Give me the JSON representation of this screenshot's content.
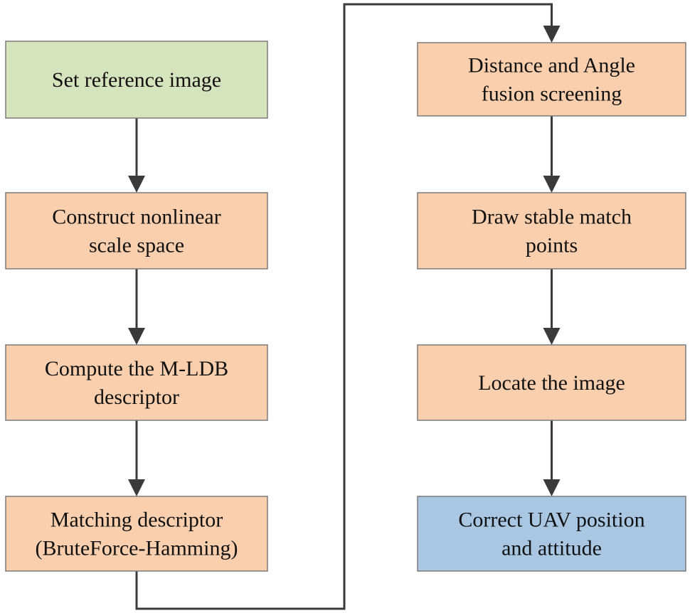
{
  "diagram": {
    "nodes": [
      {
        "id": "set-reference-image",
        "lines": [
          "Set reference image"
        ],
        "fill": "green"
      },
      {
        "id": "construct-nonlinear-scale-space",
        "lines": [
          "Construct nonlinear",
          "scale space"
        ],
        "fill": "orange"
      },
      {
        "id": "compute-mldb-descriptor",
        "lines": [
          "Compute the M-LDB",
          "descriptor"
        ],
        "fill": "orange"
      },
      {
        "id": "matching-descriptor",
        "lines": [
          "Matching descriptor",
          "(BruteForce-Hamming)"
        ],
        "fill": "orange"
      },
      {
        "id": "distance-angle-fusion-screening",
        "lines": [
          "Distance and Angle",
          "fusion screening"
        ],
        "fill": "orange"
      },
      {
        "id": "draw-stable-match-points",
        "lines": [
          "Draw stable match",
          "points"
        ],
        "fill": "orange"
      },
      {
        "id": "locate-the-image",
        "lines": [
          "Locate the image"
        ],
        "fill": "orange"
      },
      {
        "id": "correct-uav-position-attitude",
        "lines": [
          "Correct UAV position",
          "and attitude"
        ],
        "fill": "blue"
      }
    ],
    "edges": [
      {
        "from": "set-reference-image",
        "to": "construct-nonlinear-scale-space"
      },
      {
        "from": "construct-nonlinear-scale-space",
        "to": "compute-mldb-descriptor"
      },
      {
        "from": "compute-mldb-descriptor",
        "to": "matching-descriptor"
      },
      {
        "from": "matching-descriptor",
        "to": "distance-angle-fusion-screening"
      },
      {
        "from": "distance-angle-fusion-screening",
        "to": "draw-stable-match-points"
      },
      {
        "from": "draw-stable-match-points",
        "to": "locate-the-image"
      },
      {
        "from": "locate-the-image",
        "to": "correct-uav-position-attitude"
      }
    ]
  }
}
